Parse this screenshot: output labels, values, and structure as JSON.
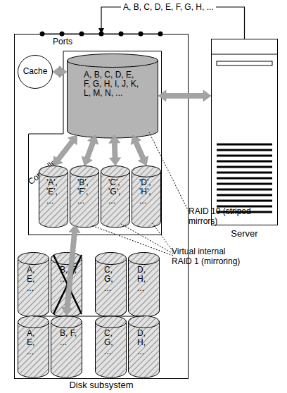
{
  "diagram": {
    "nodes": [
      {
        "text": [
          "Disk subsystem"
        ]
      },
      {
        "text": [
          "Cache"
        ],
        "in": 0
      },
      {
        "text": [
          "Controller"
        ],
        "in": 0
      },
      {
        "text": [
          "A, B, C, D, E, F, G, H, I, J, K, L, M, N, ..."
        ],
        "in": 2
      },
      {
        "text": [
          "'A', 'E', ..."
        ],
        "in": 2
      },
      {
        "text": [
          "'B', 'F', ..."
        ],
        "in": 2
      },
      {
        "text": [
          "'C', 'G', ..."
        ],
        "in": 2
      },
      {
        "text": [
          "'D', 'H', ..."
        ],
        "in": 2
      },
      {
        "text": [
          "A, E, ..."
        ],
        "in": 0
      },
      {
        "text": [
          "B, F, ..."
        ],
        "in": 0
      },
      {
        "text": [
          "C, G, ..."
        ],
        "in": 0
      },
      {
        "text": [
          "D, H, ..."
        ],
        "in": 0
      },
      {
        "text": [
          "A, E, ..."
        ],
        "in": 0
      },
      {
        "text": [
          "B, F, ..."
        ],
        "in": 0
      },
      {
        "text": [
          "C, G, ..."
        ],
        "in": 0
      },
      {
        "text": [
          "D, H, ..."
        ],
        "in": 0
      },
      {
        "text": [
          "Server"
        ]
      }
    ],
    "edges": [
      {
        "from": 16,
        "to": 0,
        "arrow": "to",
        "label": "A, B, C, D, E, F, G, H, ..."
      },
      {
        "from": 1,
        "to": 3,
        "arrow": "both"
      },
      {
        "from": 3,
        "to": 16,
        "arrow": "both"
      },
      {
        "from": 3,
        "to": 4,
        "arrow": "both"
      },
      {
        "from": 3,
        "to": 5,
        "arrow": "both"
      },
      {
        "from": 3,
        "to": 6,
        "arrow": "both"
      },
      {
        "from": 3,
        "to": 7,
        "arrow": "both"
      },
      {
        "from": 5,
        "to": 13,
        "arrow": "both"
      }
    ],
    "labels": [
      "Ports",
      "RAID 10 (striped mirrors)",
      "Virtual internal RAID 1 (mirroring)"
    ]
  }
}
